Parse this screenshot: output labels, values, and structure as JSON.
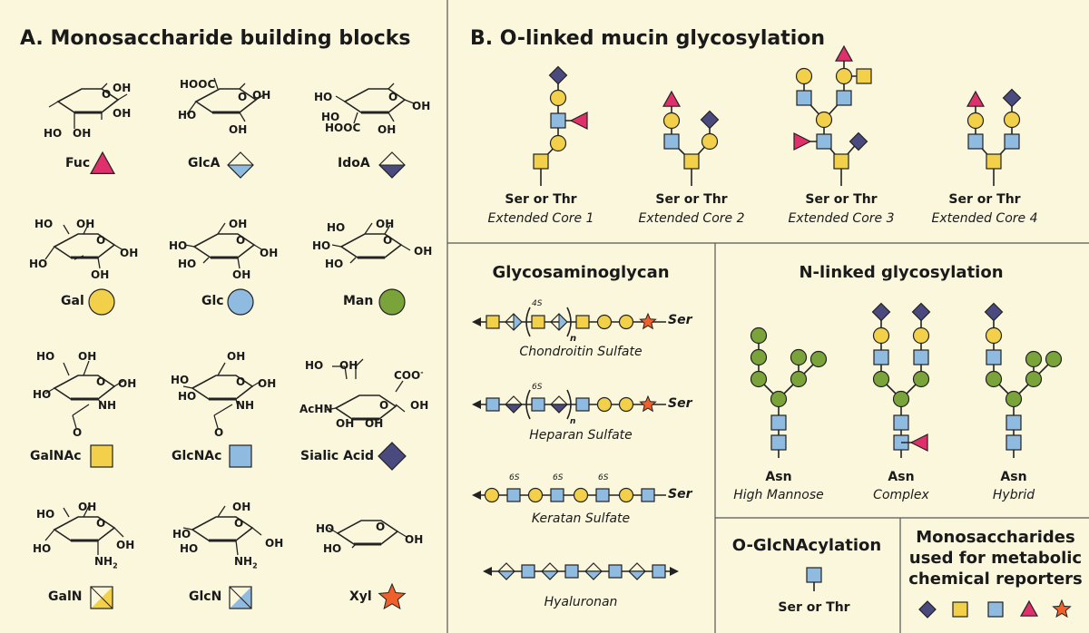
{
  "panel_a": {
    "title": "A. Monosaccharide building blocks",
    "sugars": [
      {
        "name": "Fuc",
        "symbol": "triangle",
        "color": "#e0306b"
      },
      {
        "name": "GlcA",
        "symbol": "diamond-split-bottom",
        "color": "#8fbbe0"
      },
      {
        "name": "IdoA",
        "symbol": "diamond-split-bottom",
        "color": "#4a4a7e"
      },
      {
        "name": "Gal",
        "symbol": "circle",
        "color": "#f2d04a"
      },
      {
        "name": "Glc",
        "symbol": "circle",
        "color": "#8fbbe0"
      },
      {
        "name": "Man",
        "symbol": "circle",
        "color": "#7aa43a"
      },
      {
        "name": "GalNAc",
        "symbol": "square",
        "color": "#f2d04a"
      },
      {
        "name": "GlcNAc",
        "symbol": "square",
        "color": "#8fbbe0"
      },
      {
        "name": "Sialic Acid",
        "symbol": "diamond",
        "color": "#4a4a7e"
      },
      {
        "name": "GalN",
        "symbol": "square-split",
        "color": "#f2d04a"
      },
      {
        "name": "GlcN",
        "symbol": "square-split",
        "color": "#8fbbe0"
      },
      {
        "name": "Xyl",
        "symbol": "star",
        "color": "#f0602a"
      }
    ],
    "chem_labels": {
      "oh": "OH",
      "ho": "HO",
      "hooc": "HOOC",
      "nh": "NH",
      "nh2": "NH",
      "sub2": "2",
      "o": "O",
      "achn": "AcHN",
      "coo": "COO",
      "minus": "-"
    }
  },
  "panel_b": {
    "title": "B. O-linked mucin glycosylation",
    "cores": [
      {
        "anchor": "Ser or Thr",
        "name": "Extended Core 1"
      },
      {
        "anchor": "Ser or Thr",
        "name": "Extended Core 2"
      },
      {
        "anchor": "Ser or Thr",
        "name": "Extended Core 3"
      },
      {
        "anchor": "Ser or Thr",
        "name": "Extended Core 4"
      }
    ]
  },
  "gag": {
    "title": "Glycosaminoglycan",
    "chains": [
      {
        "name": "Chondroitin Sulfate",
        "end": "Ser",
        "mods": [
          "4S"
        ],
        "n": "n"
      },
      {
        "name": "Heparan Sulfate",
        "end": "Ser",
        "mods": [
          "6S"
        ],
        "n": "n"
      },
      {
        "name": "Keratan Sulfate",
        "end": "Ser",
        "mods": [
          "6S",
          "6S",
          "6S"
        ]
      },
      {
        "name": "Hyaluronan"
      }
    ]
  },
  "nlinked": {
    "title": "N-linked glycosylation",
    "types": [
      {
        "anchor": "Asn",
        "name": "High Mannose"
      },
      {
        "anchor": "Asn",
        "name": "Complex"
      },
      {
        "anchor": "Asn",
        "name": "Hybrid"
      }
    ]
  },
  "oglcnac": {
    "title": "O-GlcNAcylation",
    "anchor": "Ser or Thr"
  },
  "reporters": {
    "title_lines": [
      "Monosaccharides",
      "used for metabolic",
      "chemical reporters"
    ]
  },
  "colors": {
    "gal": "#f2d04a",
    "glc": "#8fbbe0",
    "man": "#7aa43a",
    "fuc": "#e0306b",
    "sia": "#4a4a7e",
    "xyl": "#f0602a",
    "bg": "#fbf7dd"
  }
}
